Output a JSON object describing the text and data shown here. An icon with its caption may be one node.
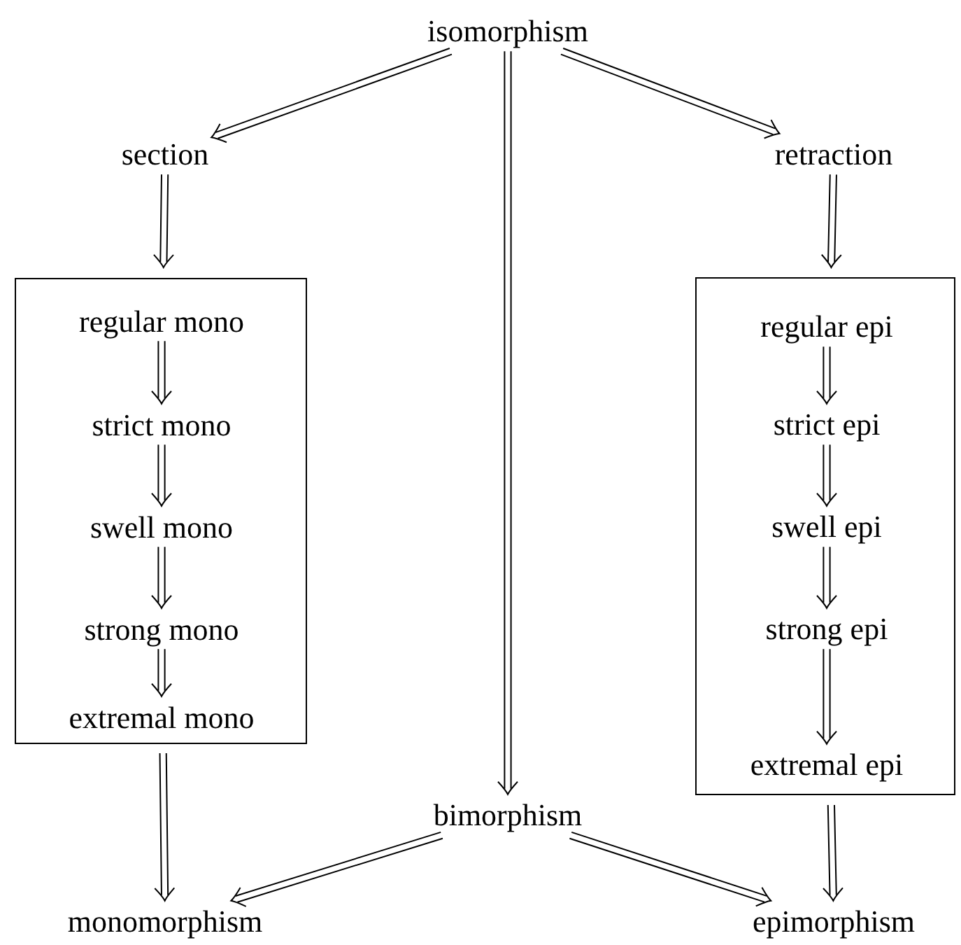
{
  "diagram": {
    "nodes": [
      {
        "text": [
          "isomorphism"
        ]
      },
      {
        "text": [
          "section"
        ]
      },
      {
        "text": [
          "retraction"
        ]
      },
      {
        "text": [],
        "shape": "box"
      },
      {
        "text": [
          "regular mono"
        ],
        "in": 3
      },
      {
        "text": [
          "strict mono"
        ],
        "in": 3
      },
      {
        "text": [
          "swell mono"
        ],
        "in": 3
      },
      {
        "text": [
          "strong mono"
        ],
        "in": 3
      },
      {
        "text": [
          "extremal mono"
        ],
        "in": 3
      },
      {
        "text": [],
        "shape": "box"
      },
      {
        "text": [
          "regular epi"
        ],
        "in": 9
      },
      {
        "text": [
          "strict epi"
        ],
        "in": 9
      },
      {
        "text": [
          "swell epi"
        ],
        "in": 9
      },
      {
        "text": [
          "strong epi"
        ],
        "in": 9
      },
      {
        "text": [
          "extremal epi"
        ],
        "in": 9
      },
      {
        "text": [
          "bimorphism"
        ]
      },
      {
        "text": [
          "monomorphism"
        ]
      },
      {
        "text": [
          "epimorphism"
        ]
      }
    ],
    "edges": [
      {
        "from": 0,
        "to": 1,
        "arrow": "to"
      },
      {
        "from": 0,
        "to": 15,
        "arrow": "to"
      },
      {
        "from": 0,
        "to": 2,
        "arrow": "to"
      },
      {
        "from": 1,
        "to": 3,
        "arrow": "to"
      },
      {
        "from": 2,
        "to": 9,
        "arrow": "to"
      },
      {
        "from": 4,
        "to": 5,
        "arrow": "to"
      },
      {
        "from": 5,
        "to": 6,
        "arrow": "to"
      },
      {
        "from": 6,
        "to": 7,
        "arrow": "to"
      },
      {
        "from": 7,
        "to": 8,
        "arrow": "to"
      },
      {
        "from": 10,
        "to": 11,
        "arrow": "to"
      },
      {
        "from": 11,
        "to": 12,
        "arrow": "to"
      },
      {
        "from": 12,
        "to": 13,
        "arrow": "to"
      },
      {
        "from": 13,
        "to": 14,
        "arrow": "to"
      },
      {
        "from": 3,
        "to": 16,
        "arrow": "to"
      },
      {
        "from": 9,
        "to": 17,
        "arrow": "to"
      },
      {
        "from": 15,
        "to": 16,
        "arrow": "to"
      },
      {
        "from": 15,
        "to": 17,
        "arrow": "to"
      }
    ]
  }
}
